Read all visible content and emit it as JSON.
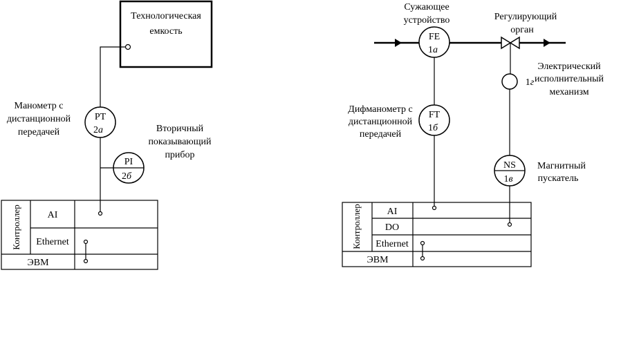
{
  "left": {
    "tank_label_1": "Технологическая",
    "tank_label_2": "емкость",
    "manometer_label": [
      "Манометр с",
      "дистанционной",
      "передачей"
    ],
    "pt_top": "PT",
    "pt_num": "2",
    "pt_suffix": "а",
    "secondary_label": [
      "Вторичный",
      "показывающий",
      "прибор"
    ],
    "pi_top": "PI",
    "pi_num": "2",
    "pi_suffix": "б",
    "controller_label": "Контроллер",
    "ai_label": "AI",
    "ethernet_label": "Ethernet",
    "pc_label": "ЭВМ"
  },
  "right": {
    "restrictor_label": [
      "Сужающее",
      "устройство"
    ],
    "regulator_label": [
      "Регулирующий",
      "орган"
    ],
    "fe_top": "FE",
    "fe_num": "1",
    "fe_suffix": "а",
    "actuator_num": "1",
    "actuator_suffix": "г",
    "actuator_label": [
      "Электрический",
      "исполнительный",
      "механизм"
    ],
    "difmanometer_label": [
      "Дифманометр с",
      "дистанционной",
      "передачей"
    ],
    "ft_top": "FT",
    "ft_num": "1",
    "ft_suffix": "б",
    "ns_top": "NS",
    "ns_num": "1",
    "ns_suffix": "в",
    "starter_label": [
      "Магнитный",
      "пускатель"
    ],
    "controller_label": "Контроллер",
    "ai_label": "AI",
    "do_label": "DO",
    "ethernet_label": "Ethernet",
    "pc_label": "ЭВМ"
  }
}
